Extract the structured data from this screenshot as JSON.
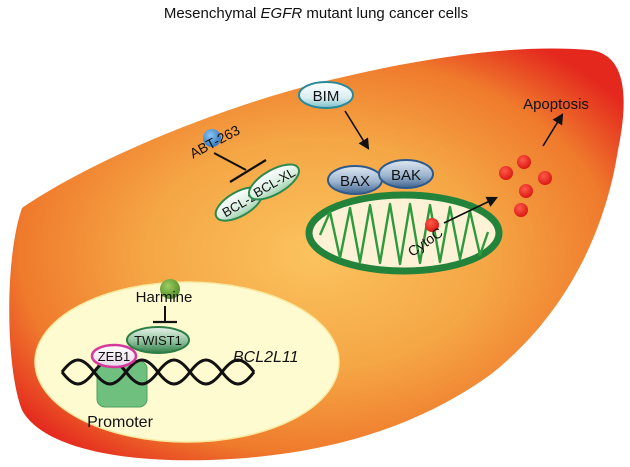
{
  "title": {
    "prefix": "Mesenchymal ",
    "gene": "EGFR",
    "suffix": " mutant lung cancer cells"
  },
  "labels": {
    "abt263": "ABT-263",
    "bcl2": "BCL-2",
    "bclxl": "BCL-XL",
    "bim": "BIM",
    "bax": "BAX",
    "bak": "BAK",
    "cytoc": "CytoC",
    "apoptosis": "Apoptosis",
    "harmine": "Harmine",
    "twist1": "TWIST1",
    "zeb1": "ZEB1",
    "bcl2l11": "BCL2L11",
    "promoter": "Promoter"
  },
  "colors": {
    "cell_center": "#f9b955",
    "cell_edge": "#e8251e",
    "nucleus_fill": "#fffbd0",
    "mitochondria_ring": "#22843a",
    "crista_line": "#2d9a3e",
    "protein_blue": "#2f5a8a",
    "protein_green": "#2e8a4c",
    "zeb1_pink": "#d6399b",
    "promoter_green": "#6fbf7f",
    "abt263_blue": "#3a86d1",
    "harmine_green": "#5a9a2e",
    "cytoc_red": "#e01b1b",
    "dna_black": "#111111"
  }
}
